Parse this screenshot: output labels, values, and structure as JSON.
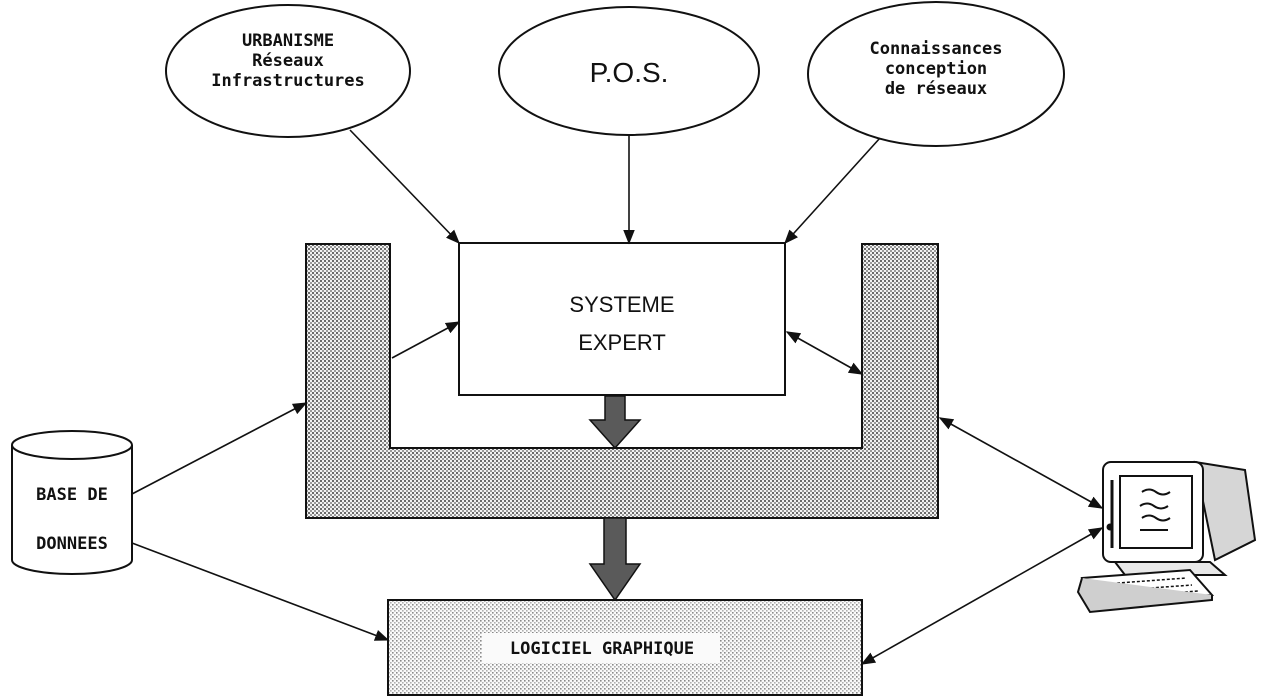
{
  "nodes": {
    "urbanisme": {
      "lines": [
        "URBANISME",
        "Réseaux",
        "Infrastructures"
      ]
    },
    "pos": {
      "lines": [
        "P.O.S."
      ]
    },
    "connaissances": {
      "lines": [
        "Connaissances",
        "conception",
        "de réseaux"
      ]
    },
    "systeme_expert": {
      "lines": [
        "SYSTEME",
        "EXPERT"
      ]
    },
    "base_donnees": {
      "lines": [
        "BASE DE",
        "DONNEES"
      ]
    },
    "logiciel": {
      "lines": [
        "LOGICIEL GRAPHIQUE"
      ]
    }
  },
  "colors": {
    "ink": "#111111",
    "shade": "#bdbdbd"
  }
}
